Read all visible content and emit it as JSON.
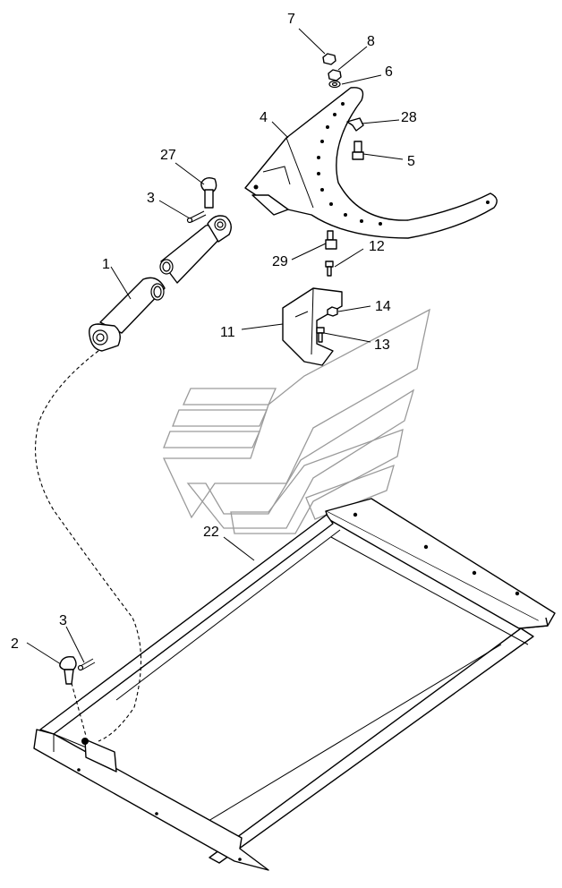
{
  "callouts": {
    "c1": "1",
    "c2": "2",
    "c3a": "3",
    "c3b": "3",
    "c4": "4",
    "c5": "5",
    "c6": "6",
    "c7": "7",
    "c8": "8",
    "c11": "11",
    "c12": "12",
    "c13": "13",
    "c14": "14",
    "c22": "22",
    "c27": "27",
    "c28": "28",
    "c29": "29"
  }
}
